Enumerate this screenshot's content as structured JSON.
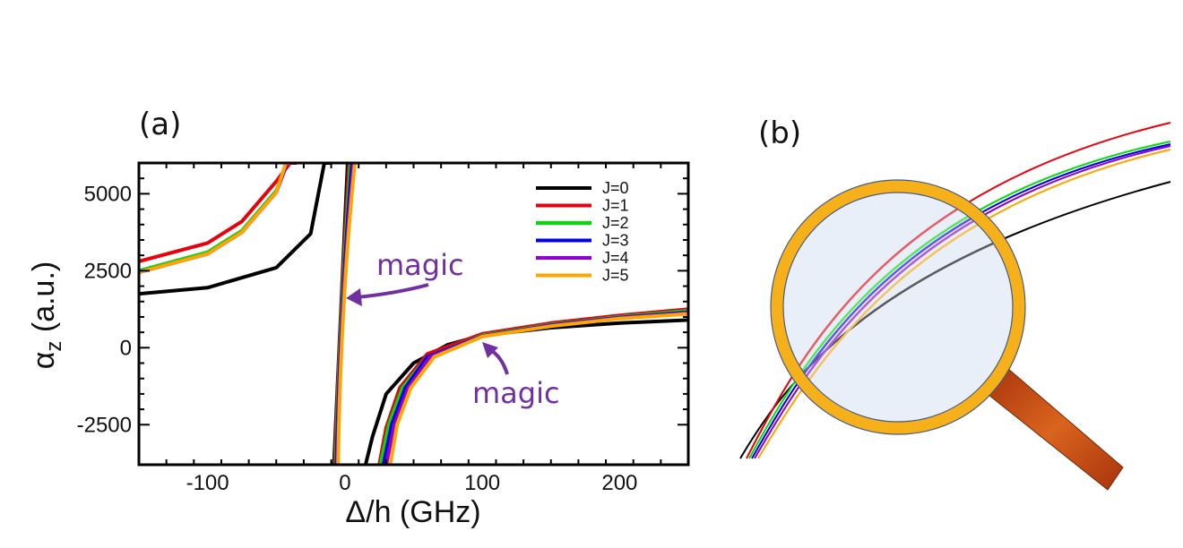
{
  "chart_data": [
    {
      "panel": "(a)",
      "type": "line",
      "xlabel": "Δ/h (GHz)",
      "ylabel": "α",
      "ylabel_subscript": "z",
      "ylabel_unit": " (a.u.)",
      "xlim": [
        -150,
        250
      ],
      "ylim": [
        -3800,
        6000
      ],
      "x_ticks": [
        -100,
        0,
        100,
        200
      ],
      "y_ticks": [
        -2500,
        0,
        2500,
        5000
      ],
      "grid": false,
      "legend_position": "top-right",
      "series": [
        {
          "name": "J=0",
          "color": "#000000",
          "x": [
            -150,
            -100,
            -50,
            -25,
            -15,
            -10,
            15,
            20,
            30,
            50,
            75,
            100,
            150,
            200,
            250
          ],
          "y": [
            1750,
            1950,
            2600,
            3700,
            6000,
            6000,
            -3800,
            -2900,
            -1500,
            -500,
            100,
            400,
            650,
            800,
            900
          ]
        },
        {
          "name": "J=1",
          "color": "#e8000b",
          "x": [
            -150,
            -100,
            -75,
            -50,
            -40,
            -35,
            25,
            30,
            40,
            60,
            100,
            150,
            200,
            250
          ],
          "y": [
            2800,
            3400,
            4100,
            5400,
            6000,
            6000,
            -3800,
            -2600,
            -1300,
            -200,
            450,
            800,
            1050,
            1250
          ]
        },
        {
          "name": "J=2",
          "color": "#00e000",
          "x": [
            -150,
            -100,
            -75,
            -50,
            -42,
            -38,
            26,
            32,
            42,
            60,
            100,
            150,
            200,
            250
          ],
          "y": [
            2500,
            3100,
            3800,
            5100,
            6000,
            6000,
            -3800,
            -2500,
            -1300,
            -300,
            400,
            750,
            1000,
            1200
          ]
        },
        {
          "name": "J=3",
          "color": "#0000e0",
          "x": [
            -150,
            -100,
            -75,
            -50,
            -42,
            -38,
            28,
            34,
            44,
            60,
            100,
            150,
            200,
            250
          ],
          "y": [
            2450,
            3050,
            3750,
            5050,
            6000,
            6000,
            -3800,
            -2500,
            -1300,
            -300,
            380,
            730,
            980,
            1150
          ]
        },
        {
          "name": "J=4",
          "color": "#9000d0",
          "x": [
            -150,
            -100,
            -75,
            -50,
            -42,
            -38,
            30,
            36,
            46,
            62,
            100,
            150,
            200,
            250
          ],
          "y": [
            2450,
            3050,
            3750,
            5050,
            6000,
            6000,
            -3800,
            -2500,
            -1300,
            -300,
            370,
            720,
            970,
            1130
          ]
        },
        {
          "name": "J=5",
          "color": "#ffa500",
          "x": [
            -150,
            -100,
            -75,
            -50,
            -43,
            -40,
            33,
            38,
            48,
            65,
            100,
            150,
            200,
            250
          ],
          "y": [
            2450,
            3050,
            3750,
            5050,
            6000,
            6000,
            -3800,
            -2500,
            -1300,
            -300,
            360,
            700,
            950,
            1100
          ]
        }
      ],
      "annotations": [
        {
          "text": "magic",
          "color": "#7030a0",
          "x": 0,
          "y": 1500
        },
        {
          "text": "magic",
          "color": "#7030a0",
          "x": 100,
          "y": 400
        }
      ]
    },
    {
      "panel": "(b)",
      "type": "diagram",
      "description_colors": {
        "lens_rim": "#f5b01a",
        "lens_fill": "#e8eef8",
        "handle": "#c24a12"
      },
      "curves": [
        {
          "name": "J=0",
          "color": "#000000"
        },
        {
          "name": "J=1",
          "color": "#e8000b"
        },
        {
          "name": "J=2",
          "color": "#00e000"
        },
        {
          "name": "J=3",
          "color": "#0000e0"
        },
        {
          "name": "J=4",
          "color": "#9000d0"
        },
        {
          "name": "J=5",
          "color": "#ffa500"
        }
      ]
    }
  ]
}
